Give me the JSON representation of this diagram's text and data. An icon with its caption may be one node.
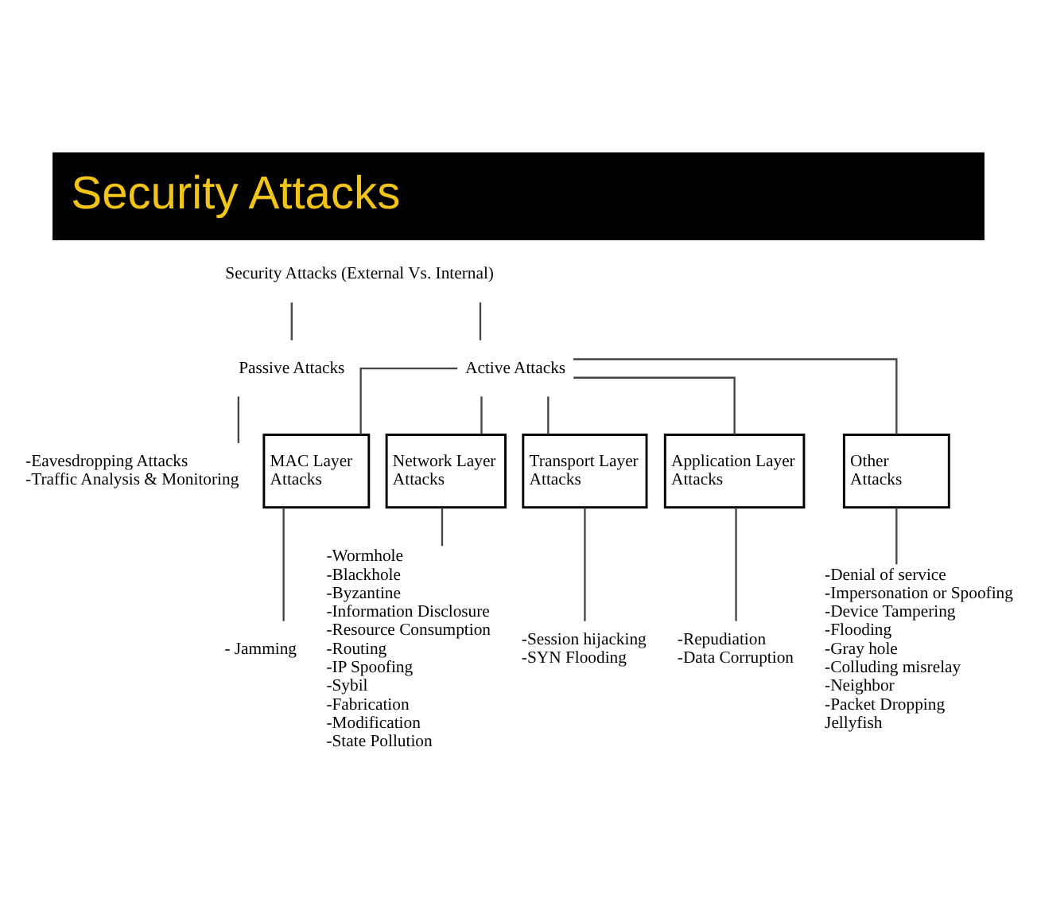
{
  "diagram": {
    "title": "Security Attacks",
    "nodes": [
      {
        "text": [
          "Security Attacks (External Vs. Internal)"
        ]
      },
      {
        "text": [
          "Passive Attacks"
        ]
      },
      {
        "text": [
          "Active Attacks"
        ]
      },
      {
        "text": [
          "-Eavesdropping Attacks",
          "-Traffic Analysis & Monitoring"
        ]
      },
      {
        "text": [
          "MAC Layer Attacks"
        ]
      },
      {
        "text": [
          "Network Layer Attacks"
        ]
      },
      {
        "text": [
          "Transport Layer Attacks"
        ]
      },
      {
        "text": [
          "Application Layer Attacks"
        ]
      },
      {
        "text": [
          "Other Attacks"
        ]
      },
      {
        "text": [
          "- Jamming"
        ]
      },
      {
        "text": [
          "-Wormhole",
          "-Blackhole",
          "-Byzantine",
          "-Information Disclosure",
          "-Resource Consumption",
          "-Routing",
          "-IP Spoofing",
          "-Sybil",
          "-Fabrication",
          "-Modification",
          "-State Pollution"
        ]
      },
      {
        "text": [
          "-Session hijacking",
          "-SYN Flooding"
        ]
      },
      {
        "text": [
          "-Repudiation",
          "-Data Corruption"
        ]
      },
      {
        "text": [
          "-Denial of service",
          "-Impersonation or Spoofing",
          "-Device Tampering",
          "-Flooding",
          "-Gray hole",
          "-Colluding misrelay",
          "-Neighbor",
          "-Packet Dropping",
          "Jellyfish"
        ]
      }
    ],
    "edges": [
      {
        "from": 0,
        "to": 1,
        "arrow": "none"
      },
      {
        "from": 0,
        "to": 2,
        "arrow": "none"
      },
      {
        "from": 1,
        "to": 3,
        "arrow": "none"
      },
      {
        "from": 2,
        "to": 4,
        "arrow": "none"
      },
      {
        "from": 2,
        "to": 5,
        "arrow": "none"
      },
      {
        "from": 2,
        "to": 6,
        "arrow": "none"
      },
      {
        "from": 2,
        "to": 7,
        "arrow": "none"
      },
      {
        "from": 2,
        "to": 8,
        "arrow": "none"
      },
      {
        "from": 4,
        "to": 9,
        "arrow": "none"
      },
      {
        "from": 5,
        "to": 10,
        "arrow": "none"
      },
      {
        "from": 6,
        "to": 11,
        "arrow": "none"
      },
      {
        "from": 7,
        "to": 12,
        "arrow": "none"
      },
      {
        "from": 8,
        "to": 13,
        "arrow": "none"
      }
    ]
  }
}
